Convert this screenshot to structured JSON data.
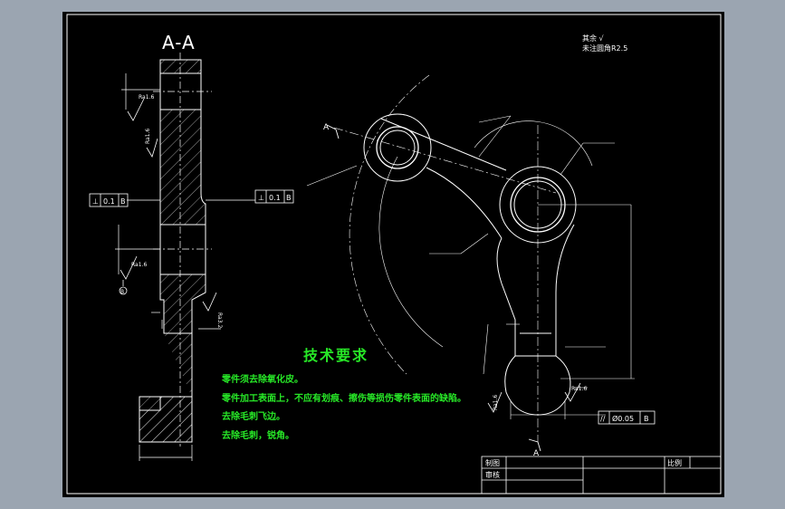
{
  "section_label": "A-A",
  "top_note": {
    "line1": "其余 √",
    "line2": "未注圆角R2.5"
  },
  "tech_requirements": {
    "title": "技术要求",
    "items": [
      "零件须去除氧化皮。",
      "零件加工表面上，不应有划痕、擦伤等损伤零件表面的缺陷。",
      "去除毛刺飞边。",
      "去除毛刺，锐角。"
    ]
  },
  "section_markers": {
    "top": "A",
    "bottom": "A"
  },
  "tolerances": {
    "perp_left": {
      "symbol": "⊥",
      "value": "0.1",
      "datum": "B"
    },
    "perp_right": {
      "symbol": "⊥",
      "value": "0.1",
      "datum": "B"
    },
    "parallel": {
      "symbol": "//",
      "value": "Ø0.05",
      "datum": "B"
    }
  },
  "roughness_labels": [
    "Ra1.6",
    "Ra1.6",
    "Ra1.6",
    "Ra3.2",
    "Ra1.6",
    "Ra1.6"
  ],
  "datum_label": "B",
  "title_block": {
    "drawn": "制图",
    "checked": "审核",
    "scale": "比例"
  },
  "colors": {
    "sheet": "#000000",
    "frame": "#ffffff",
    "text_green": "#27e827",
    "background": "#9ba5b1"
  }
}
